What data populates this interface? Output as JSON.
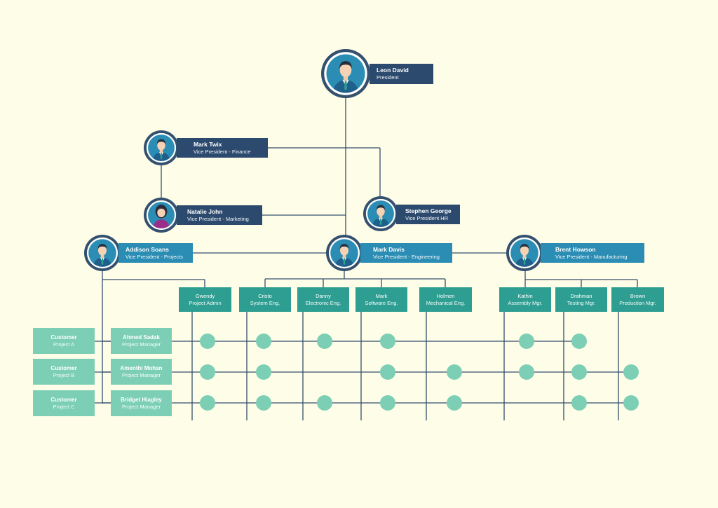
{
  "colors": {
    "background": "#fdfde8",
    "line": "#34506e",
    "exec_box": "#2c4a6e",
    "vp_box": "#2b8db3",
    "dept_box": "#2e9e92",
    "project_box": "#7ccfb4",
    "dot": "#7ccfb4",
    "avatar_ring": "#34506e",
    "avatar_fill": "#2b8db3"
  },
  "president": {
    "name": "Leon David",
    "title": "President",
    "icon": "man-avatar-icon"
  },
  "executives": [
    {
      "id": "mark-twix",
      "name": "Mark Twix",
      "title": "Vice President - Finance",
      "icon": "man-avatar-icon"
    },
    {
      "id": "natalie-john",
      "name": "Natalie John",
      "title": "Vice President - Marketing",
      "icon": "woman-avatar-icon"
    },
    {
      "id": "stephen-george",
      "name": "Stephen George",
      "title": "Vice President HR",
      "icon": "man-avatar-icon"
    }
  ],
  "vps": [
    {
      "id": "addison-soans",
      "name": "Addison Soans",
      "title": "Vice President - Projects",
      "icon": "man-avatar-icon"
    },
    {
      "id": "mark-davis",
      "name": "Mark Davis",
      "title": "Vice President - Engineering",
      "icon": "man-avatar-icon"
    },
    {
      "id": "brent-howson",
      "name": "Brent Howson",
      "title": "Vice President - Manufacturing",
      "icon": "man-avatar-icon"
    }
  ],
  "departments": [
    {
      "name": "Gwendy",
      "title": "Project Admin"
    },
    {
      "name": "Cristo",
      "title": "System Eng."
    },
    {
      "name": "Danny",
      "title": "Electronic Eng."
    },
    {
      "name": "Mark",
      "title": "Software Eng."
    },
    {
      "name": "Holmen",
      "title": "Mechanical Eng."
    },
    {
      "name": "Kathin",
      "title": "Assembly Mgr."
    },
    {
      "name": "Drahman",
      "title": "Testing Mgr."
    },
    {
      "name": "Brown",
      "title": "Production Mgr."
    }
  ],
  "projects": [
    {
      "customer": {
        "name": "Customer",
        "project": "Project A"
      },
      "manager": {
        "name": "Ahmed Sadak",
        "title": "Project Manager"
      },
      "assigned": [
        1,
        1,
        1,
        1,
        0,
        1,
        1,
        0
      ]
    },
    {
      "customer": {
        "name": "Customer",
        "project": "Project B"
      },
      "manager": {
        "name": "Amenthi Mohan",
        "title": "Project Manager"
      },
      "assigned": [
        1,
        1,
        0,
        1,
        1,
        1,
        1,
        1
      ]
    },
    {
      "customer": {
        "name": "Customer",
        "project": "Project C"
      },
      "manager": {
        "name": "Bridget Hiagley",
        "title": "Project Manager"
      },
      "assigned": [
        1,
        1,
        1,
        1,
        1,
        0,
        1,
        1
      ]
    }
  ]
}
